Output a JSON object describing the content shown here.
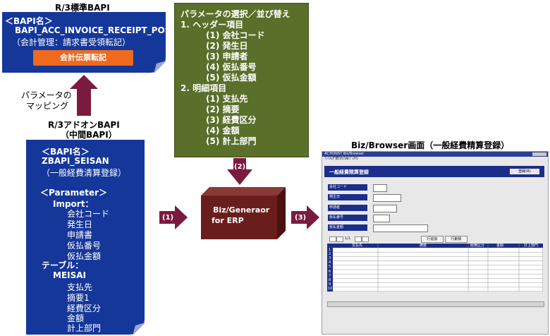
{
  "top_left": {
    "title": "R/3標準BAPI",
    "lines": [
      "＜BAPI名＞",
      "BAPI_ACC_INVOICE_RECEIPT_POST",
      "（会計管理：請求書受領転記）"
    ],
    "button": "会計伝票転記"
  },
  "mapping_label": [
    "パラメータの",
    "マッピング"
  ],
  "addon_label": [
    "R/3アドオンBAPI",
    "（中間BAPI）"
  ],
  "addon_box": {
    "lines": [
      "＜BAPI名＞",
      "ZBAPI_SEISAN",
      "（一般経費清算登録）",
      "＜Parameter＞",
      "Import：",
      "会社コード",
      "発生日",
      "申請書",
      "仮払番号",
      "仮払金額",
      "テーブル：",
      "MEISAI",
      "支払先",
      "摘要1",
      "経費区分",
      "金額",
      "計上部門"
    ]
  },
  "param_box": {
    "lines": [
      "パラメータの選択／並び替え",
      "1.  ヘッダー項目",
      "(1)  会社コード",
      "(2)  発生日",
      "(3)  申請者",
      "(4)  仮払番号",
      "(5)  仮払金額",
      "2.  明細項目",
      "(1)  支払先",
      "(2)  摘要",
      "(3)  経費区分",
      "(4)  金額",
      "(5)  計上部門"
    ]
  },
  "generator": {
    "lines": [
      "Biz/Generaor",
      "for  ERP"
    ]
  },
  "arrows": {
    "a1": "(1)",
    "a2": "(2)",
    "a3": "(3)"
  },
  "browser": {
    "caption": "Biz/Browser画面（一般経費精算登録）",
    "window_title": "ACTIONST Biz/Browser",
    "menu": [
      "ﾌｧｲﾙ(F)",
      "表示(V)",
      "ﾍﾙﾌﾟ(H)"
    ],
    "form_title": "一般経費精算登録",
    "register_button": "登録(R)",
    "fields": [
      "会社コード",
      "発生日",
      "申請者",
      "仮払番号",
      "仮払金額"
    ],
    "row_buttons": [
      "行追加",
      "行削除"
    ],
    "page": "1/1",
    "columns": [
      "支払先",
      "摘要",
      "経費区分",
      "金額",
      "計上部門"
    ],
    "row_numbers": [
      "1",
      "2",
      "3",
      "4",
      "5",
      "6",
      "7",
      "8",
      "9",
      "10"
    ]
  },
  "colors": {
    "blue_box": "#15379a",
    "orange_button": "#ef6a1e",
    "green_box": "#5a6f2a",
    "arrow": "#7a1a3f",
    "cube": "#6a1e1c"
  }
}
